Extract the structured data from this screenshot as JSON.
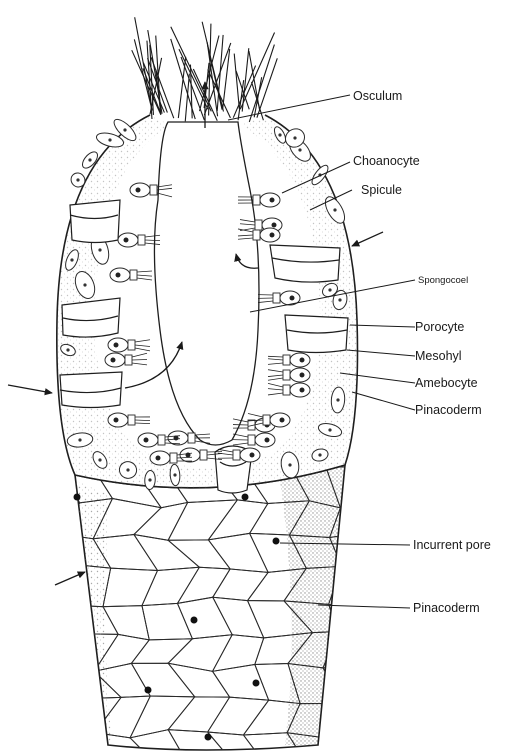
{
  "figure": {
    "labels": {
      "osculum": "Osculum",
      "choanocyte": "Choanocyte",
      "spicule": "Spicule",
      "spongocoel": "Spongocoel",
      "porocyte": "Porocyte",
      "mesohyl": "Mesohyl",
      "amebocyte": "Amebocyte",
      "pinacoderm_upper": "Pinacoderm",
      "incurrent_pore": "Incurrent pore",
      "pinacoderm_lower": "Pinacoderm"
    }
  }
}
